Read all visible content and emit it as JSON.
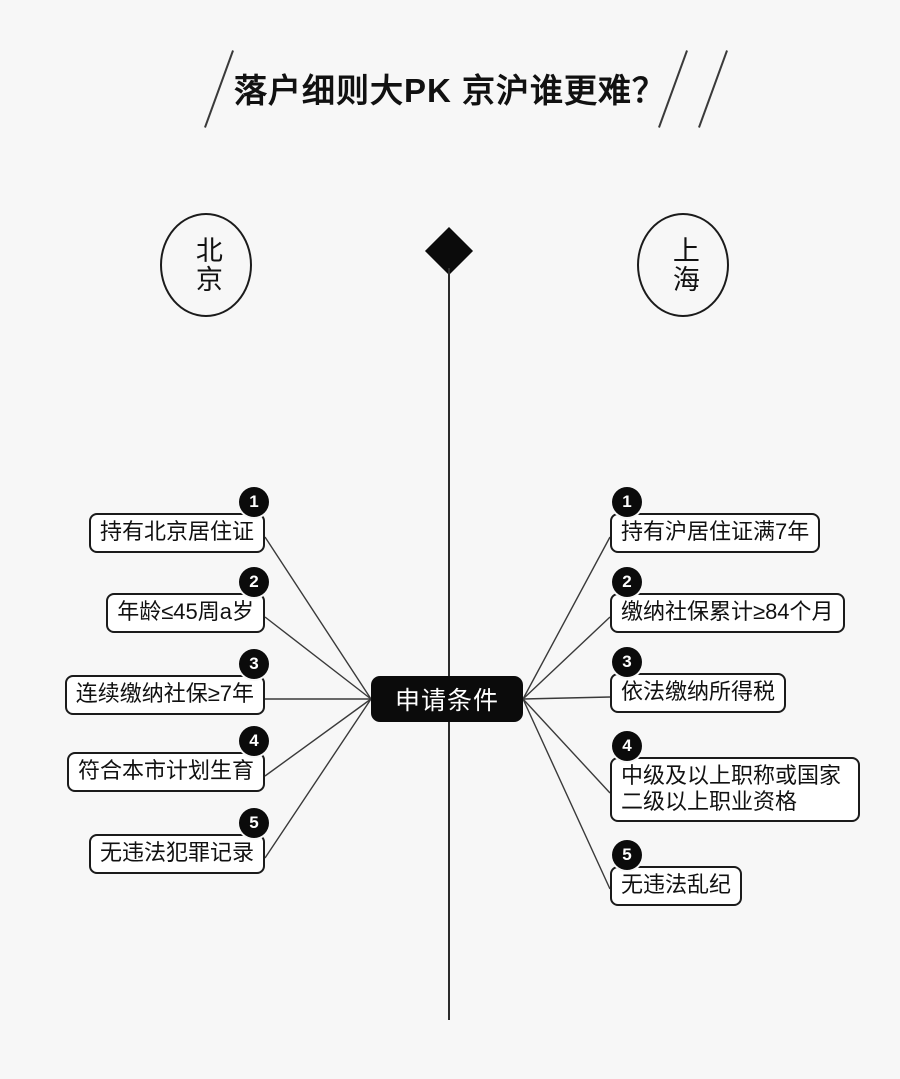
{
  "page": {
    "background_color": "#f7f7f7",
    "accent_color": "#0b0b0b",
    "box_fill": "#ffffff"
  },
  "header": {
    "title": "落户细则大PK 京沪谁更难？",
    "decorations": [
      "slash",
      "slash",
      "slash"
    ]
  },
  "center": {
    "diamond_icon": "diamond-marker",
    "hub_label": "申请条件",
    "divider": "vertical-axis-line"
  },
  "left_side": {
    "city_label": "北京",
    "items": [
      {
        "number": "1",
        "text": "持有北京居住证"
      },
      {
        "number": "2",
        "text": "年龄≤45周a岁"
      },
      {
        "number": "3",
        "text": "连续缴纳社保≥7年"
      },
      {
        "number": "4",
        "text": "符合本市计划生育"
      },
      {
        "number": "5",
        "text": "无违法犯罪记录"
      }
    ]
  },
  "right_side": {
    "city_label": "上海",
    "items": [
      {
        "number": "1",
        "text": "持有沪居住证满7年"
      },
      {
        "number": "2",
        "text": "缴纳社保累计≥84个月"
      },
      {
        "number": "3",
        "text": "依法缴纳所得税"
      },
      {
        "number": "4",
        "text": "中级及以上职称或国家二级以上职业资格"
      },
      {
        "number": "5",
        "text": "无违法乱纪"
      }
    ]
  }
}
